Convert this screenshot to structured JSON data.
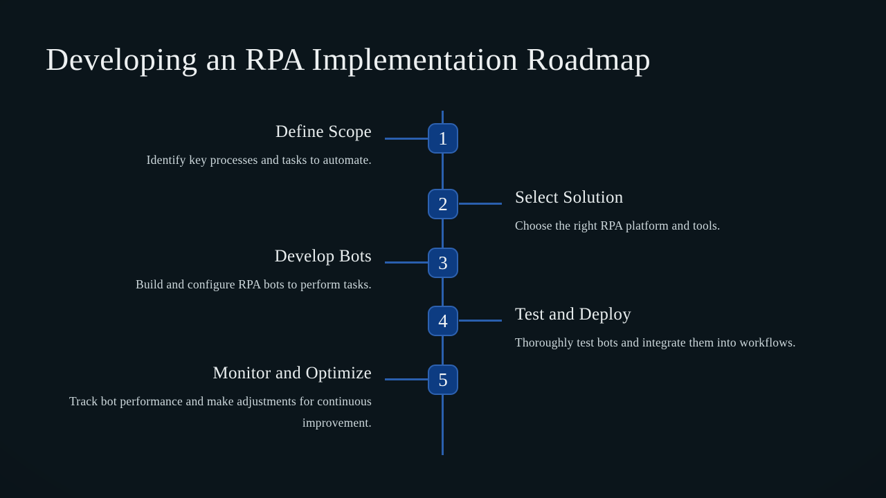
{
  "slide": {
    "title": "Developing an RPA Implementation Roadmap"
  },
  "colors": {
    "background": "#0b151b",
    "title_text": "#edf0f1",
    "heading_text": "#e8edee",
    "description_text": "#cdd8dc",
    "node_fill": "#0d3c82",
    "node_border": "#2e62b0",
    "connector_line": "#2a5fae",
    "number_text": "#f4f6f7"
  },
  "steps": [
    {
      "number": "1",
      "side": "left",
      "title": "Define Scope",
      "description": "Identify key processes and tasks to automate."
    },
    {
      "number": "2",
      "side": "right",
      "title": "Select Solution",
      "description": "Choose the right RPA platform and tools."
    },
    {
      "number": "3",
      "side": "left",
      "title": "Develop Bots",
      "description": "Build and configure RPA bots to perform tasks."
    },
    {
      "number": "4",
      "side": "right",
      "title": "Test and Deploy",
      "description": "Thoroughly test bots and integrate them into workflows."
    },
    {
      "number": "5",
      "side": "left",
      "title": "Monitor and Optimize",
      "description": "Track bot performance and make adjustments for continuous improvement."
    }
  ]
}
